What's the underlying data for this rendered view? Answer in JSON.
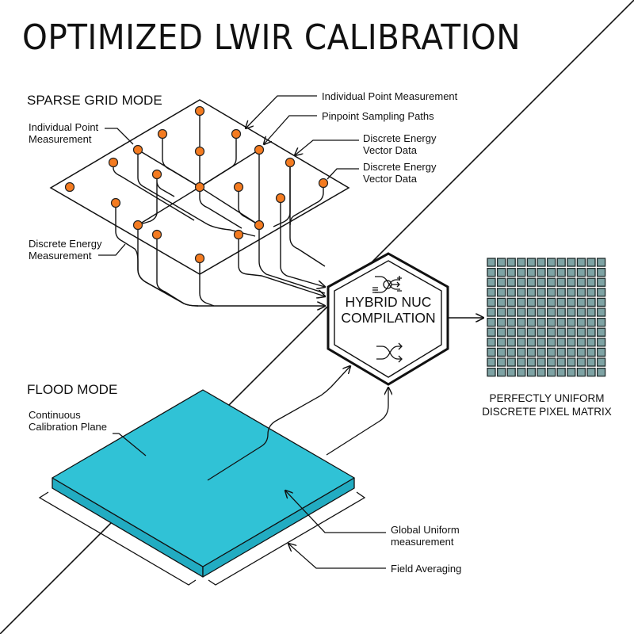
{
  "title": "OPTIMIZED LWIR CALIBRATION",
  "sparse_grid": {
    "heading": "SPARSE GRID MODE",
    "labels": {
      "individual_point_left": [
        "Individual Point",
        "Measurement"
      ],
      "individual_point_top": "Individual Point Measurement",
      "pinpoint_paths": "Pinpoint Sampling Paths",
      "discrete_vector_1": [
        "Discrete Energy",
        "Vector Data"
      ],
      "discrete_vector_2": [
        "Discrete Energy",
        "Vector Data"
      ],
      "discrete_measurement": [
        "Discrete Energy",
        "Measurement"
      ]
    },
    "point_count": 20
  },
  "hub": {
    "line1": "HYBRID NUC",
    "line2": "COMPILATION",
    "top_icon": "signal-mixer-icon",
    "bottom_icon": "shuffle-icon"
  },
  "output": {
    "caption_line1": "PERFECTLY UNIFORM",
    "caption_line2": "DISCRETE PIXEL MATRIX",
    "rows": 12,
    "cols": 12
  },
  "flood": {
    "heading": "FLOOD MODE",
    "labels": {
      "plane": [
        "Continuous",
        "Calibration Plane"
      ],
      "global": [
        "Global Uniform",
        "measurement"
      ],
      "averaging": "Field Averaging"
    }
  },
  "colors": {
    "dot": "#f47b20",
    "slab_top": "#30c2d6",
    "slab_side": "#22acc2",
    "pixel": "#7ea3a4",
    "ink": "#111111"
  }
}
